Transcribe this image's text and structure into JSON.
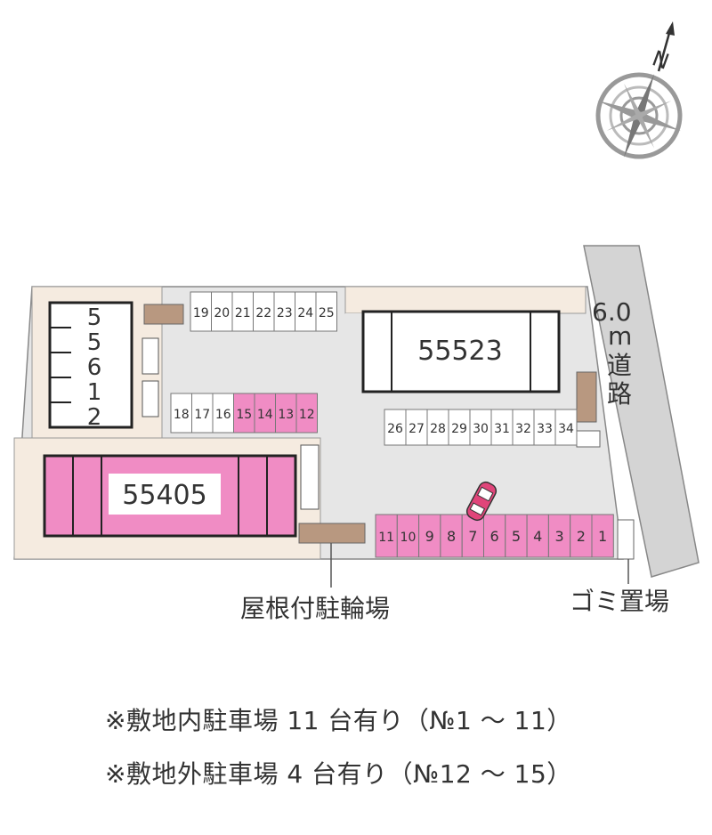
{
  "road": {
    "label": "6.0m道路"
  },
  "buildings": {
    "left": "55612",
    "top_right": "55523",
    "bottom_left": "55405"
  },
  "labels": {
    "bicycle_parking": "屋根付駐輪場",
    "garbage": "ゴミ置場"
  },
  "parking": {
    "row_top": [
      "19",
      "20",
      "21",
      "22",
      "23",
      "24",
      "25"
    ],
    "row_mid": [
      "18",
      "17",
      "16",
      "15",
      "14",
      "13",
      "12"
    ],
    "row_right": [
      "26",
      "27",
      "28",
      "29",
      "30",
      "31",
      "32",
      "33",
      "34"
    ],
    "row_bottom": [
      "11",
      "10",
      "9",
      "8",
      "7",
      "6",
      "5",
      "4",
      "3",
      "2",
      "1"
    ],
    "highlighted": [
      "1",
      "2",
      "3",
      "4",
      "5",
      "6",
      "7",
      "8",
      "9",
      "10",
      "11",
      "12",
      "13",
      "14",
      "15"
    ]
  },
  "notes": [
    "※敷地内駐車場 11 台有り（№1 〜 11）",
    "※敷地外駐車場 4 台有り（№12 〜 15）"
  ],
  "compass": {
    "letter": "N"
  },
  "colors": {
    "pink": "#f08cc4",
    "site": "#e6e6e6",
    "border": "#f5ebe0",
    "bike": "#b89880",
    "road": "#d4d4d4"
  }
}
